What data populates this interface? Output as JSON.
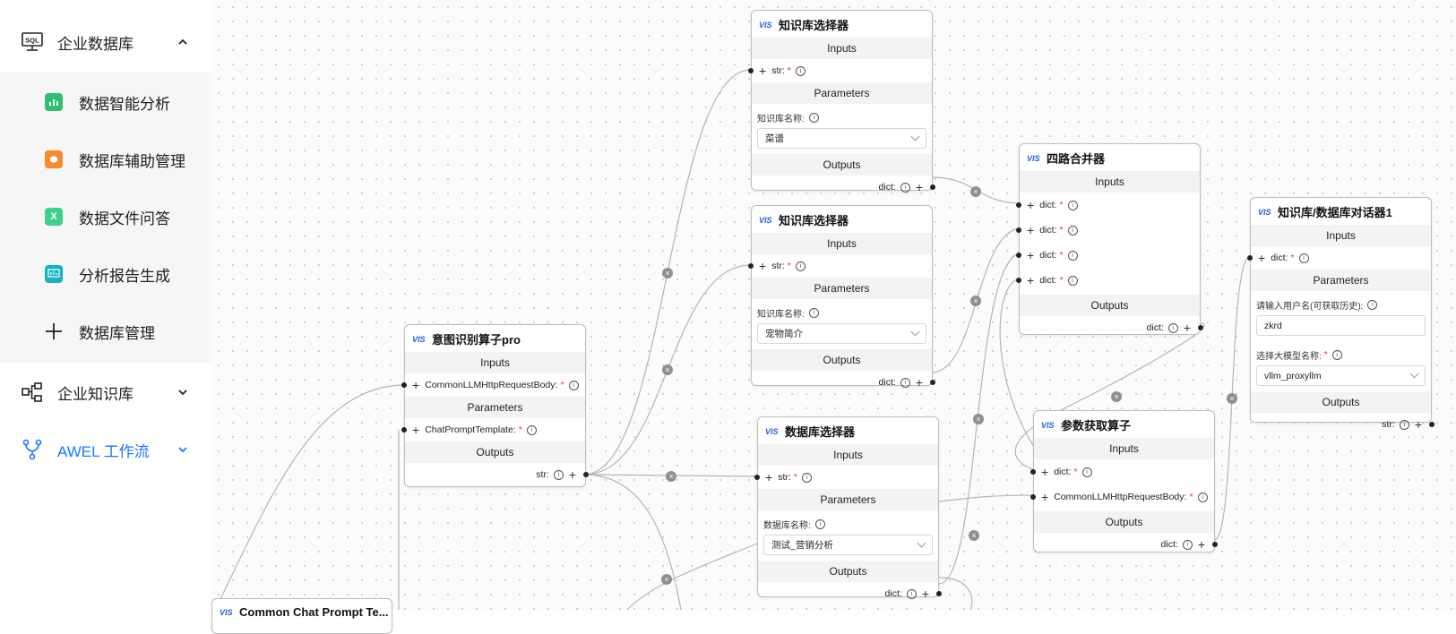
{
  "sidebar": {
    "group_db": {
      "label": "企业数据库",
      "icon": "sql-monitor-icon",
      "expanded": true
    },
    "items": [
      {
        "label": "数据智能分析",
        "icon": "chart-board-icon",
        "color": "#2fbf71"
      },
      {
        "label": "数据库辅助管理",
        "icon": "cube-icon",
        "color": "#f7892f"
      },
      {
        "label": "数据文件问答",
        "icon": "excel-icon",
        "color": "#3fcf8e"
      },
      {
        "label": "分析报告生成",
        "icon": "report-icon",
        "color": "#16b3c6"
      },
      {
        "label": "数据库管理",
        "icon": "plus-icon"
      }
    ],
    "group_kb": {
      "label": "企业知识库",
      "icon": "workflow-nodes-icon"
    },
    "group_awel": {
      "label": "AWEL 工作流",
      "icon": "branch-icon",
      "color": "#1677ff"
    }
  },
  "nodes": {
    "kb1": {
      "title": "知识库选择器",
      "inputs": "Inputs",
      "in_port": "str:",
      "params": "Parameters",
      "param_label": "知识库名称:",
      "param_value": "菜谱",
      "outputs": "Outputs",
      "out_port": "dict:"
    },
    "kb2": {
      "title": "知识库选择器",
      "inputs": "Inputs",
      "in_port": "str:",
      "params": "Parameters",
      "param_label": "知识库名称:",
      "param_value": "宠物简介",
      "outputs": "Outputs",
      "out_port": "dict:"
    },
    "merge": {
      "title": "四路合并器",
      "inputs": "Inputs",
      "in_ports": [
        "dict:",
        "dict:",
        "dict:",
        "dict:"
      ],
      "outputs": "Outputs",
      "out_port": "dict:"
    },
    "chat": {
      "title": "知识库/数据库对话器1",
      "inputs": "Inputs",
      "in_port": "dict:",
      "params": "Parameters",
      "p1_label": "请输入用户名(可获取历史):",
      "p1_value": "zkrd",
      "p2_label": "选择大模型名称:",
      "p2_value": "vllm_proxyllm",
      "outputs": "Outputs",
      "out_port": "str:"
    },
    "intent": {
      "title": "意图识别算子pro",
      "inputs": "Inputs",
      "in_port": "CommonLLMHttpRequestBody:",
      "params": "Parameters",
      "param_port": "ChatPromptTemplate:",
      "outputs": "Outputs",
      "out_port": "str:"
    },
    "dbsel": {
      "title": "数据库选择器",
      "inputs": "Inputs",
      "in_port": "str:",
      "params": "Parameters",
      "param_label": "数据库名称:",
      "param_value": "测试_营销分析",
      "outputs": "Outputs",
      "out_port": "dict:"
    },
    "param": {
      "title": "参数获取算子",
      "inputs": "Inputs",
      "in_ports": [
        "dict:",
        "CommonLLMHttpRequestBody:"
      ],
      "outputs": "Outputs",
      "out_port": "dict:"
    },
    "partial": {
      "title": "Common Chat Prompt Te..."
    }
  }
}
